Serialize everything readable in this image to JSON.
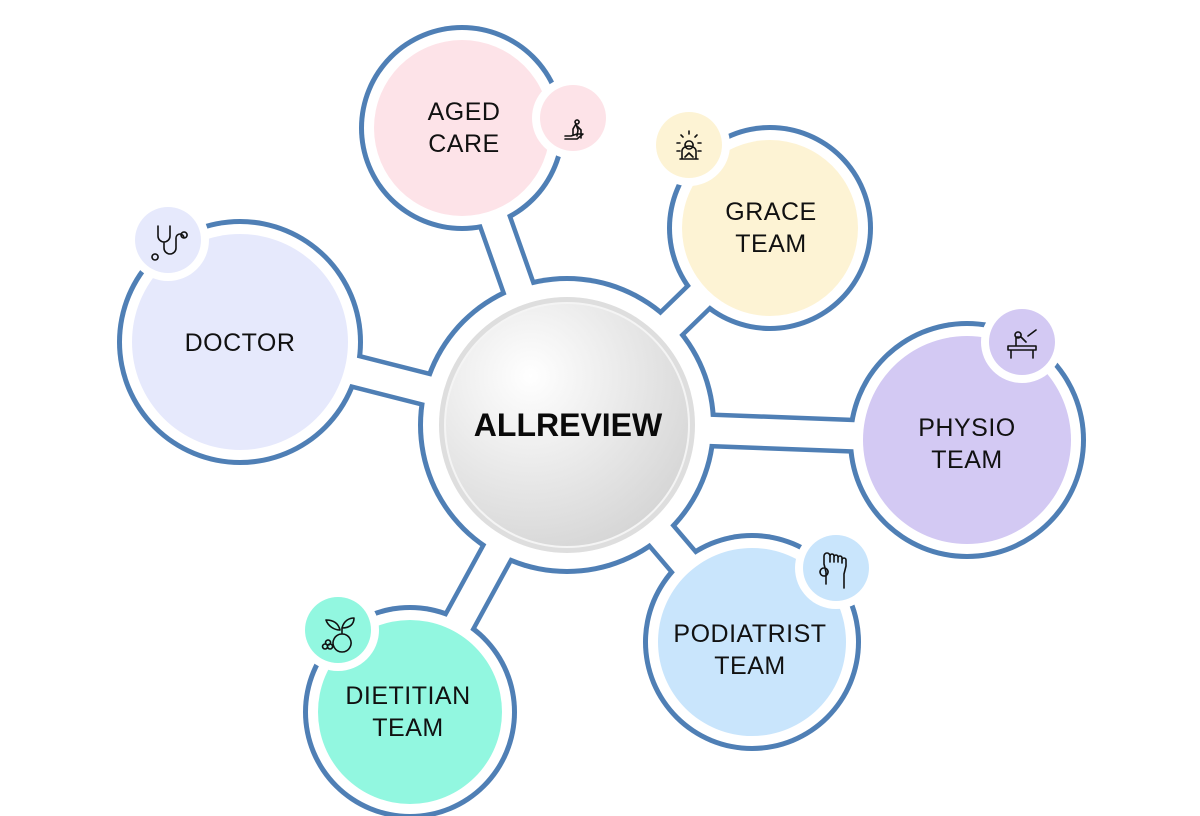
{
  "center": {
    "label": "ALLREVIEW"
  },
  "colors": {
    "outline": "#4f7fb5",
    "center_fill": "#e4e4e4"
  },
  "nodes": [
    {
      "id": "aged-care",
      "lines": [
        "AGED",
        "CARE"
      ],
      "icon": "elderly-care-icon",
      "fill": "#fde3e8"
    },
    {
      "id": "grace-team",
      "lines": [
        "GRACE",
        "TEAM"
      ],
      "icon": "meditation-icon",
      "fill": "#fdf3d4"
    },
    {
      "id": "physio-team",
      "lines": [
        "PHYSIO",
        "TEAM"
      ],
      "icon": "massage-table-icon",
      "fill": "#d3c9f3"
    },
    {
      "id": "podiatrist-team",
      "lines": [
        "PODIATRIST",
        "TEAM"
      ],
      "icon": "foot-icon",
      "fill": "#c9e5fc"
    },
    {
      "id": "dietitian-team",
      "lines": [
        "DIETITIAN",
        "TEAM"
      ],
      "icon": "fruit-icon",
      "fill": "#92f7e0"
    },
    {
      "id": "doctor",
      "lines": [
        "DOCTOR"
      ],
      "icon": "stethoscope-icon",
      "fill": "#e6e9fc"
    }
  ]
}
